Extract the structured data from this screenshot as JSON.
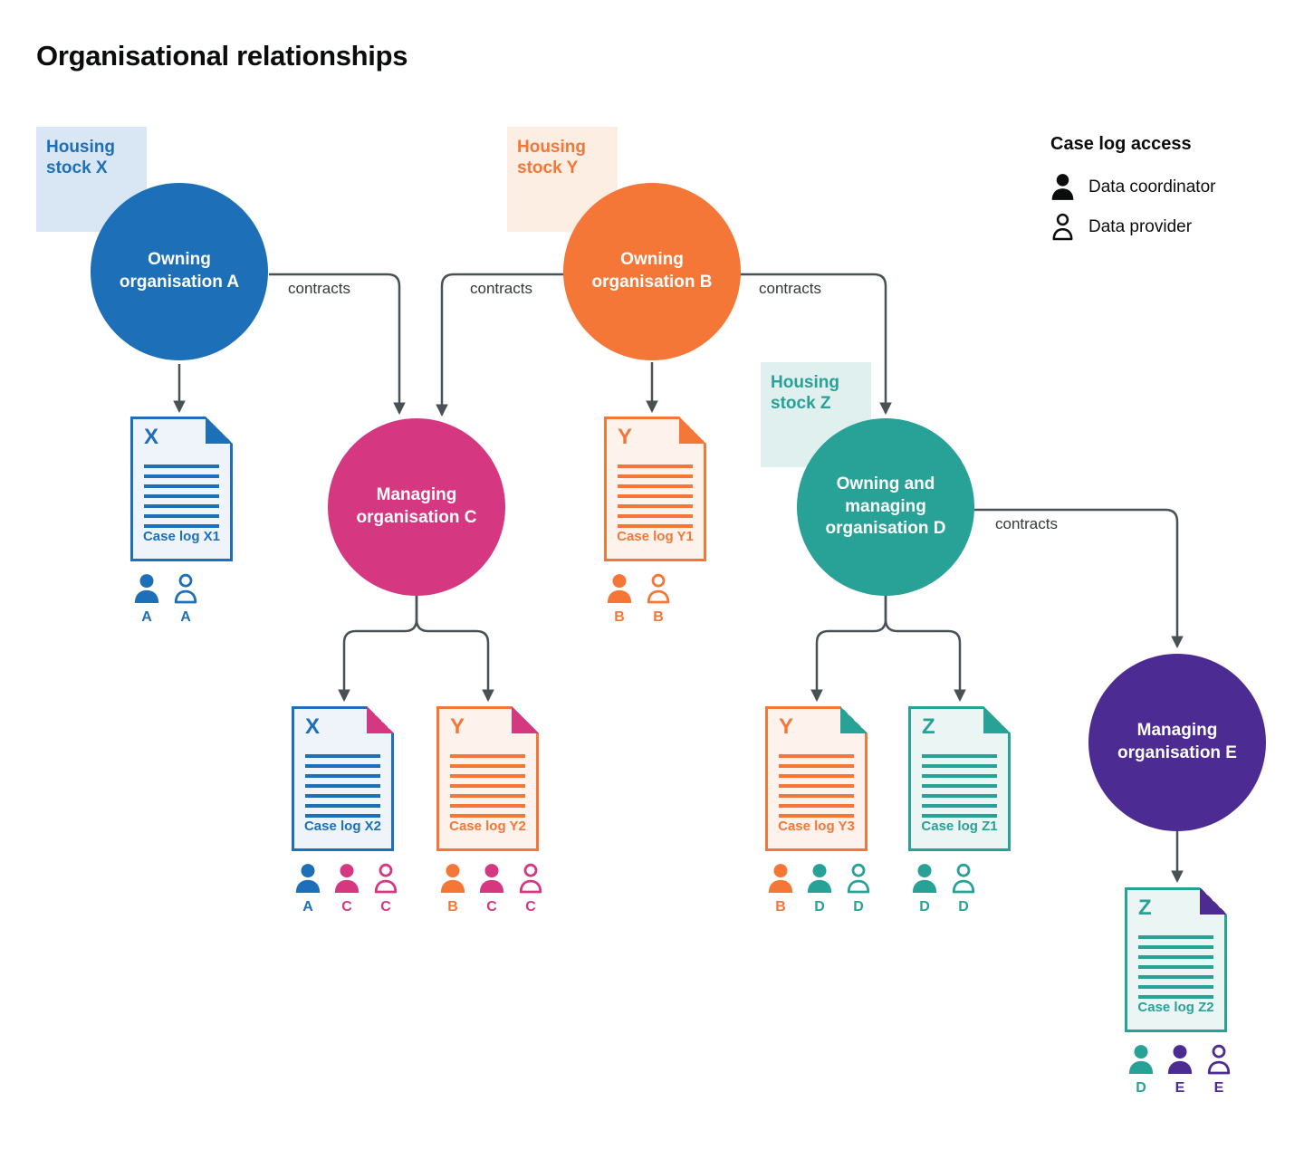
{
  "title": "Organisational relationships",
  "legend": {
    "title": "Case log access",
    "coordinator_label": "Data coordinator",
    "provider_label": "Data provider",
    "coordinator_icon": "person-filled-icon",
    "provider_icon": "person-outline-icon"
  },
  "housing_stocks": [
    {
      "label": "Housing stock X",
      "color": "#1d70b8",
      "bg": "#d9e7f4"
    },
    {
      "label": "Housing stock Y",
      "color": "#f47738",
      "bg": "#fdeee3"
    },
    {
      "label": "Housing stock Z",
      "color": "#28a197",
      "bg": "#dff0ee"
    }
  ],
  "organisations": [
    {
      "id": "A",
      "label": "Owning organisation A",
      "color": "#1d70b8"
    },
    {
      "id": "B",
      "label": "Owning organisation B",
      "color": "#f47738"
    },
    {
      "id": "C",
      "label": "Managing organisation C",
      "color": "#d53880"
    },
    {
      "id": "D",
      "label": "Owning and managing organisation D",
      "color": "#28a197"
    },
    {
      "id": "E",
      "label": "Managing organisation E",
      "color": "#4c2c92"
    }
  ],
  "connections": [
    {
      "from": "Owning organisation A",
      "to": "Case log X1",
      "label": ""
    },
    {
      "from": "Owning organisation A",
      "to": "Managing organisation C",
      "label": "contracts"
    },
    {
      "from": "Owning organisation B",
      "to": "Managing organisation C",
      "label": "contracts"
    },
    {
      "from": "Owning organisation B",
      "to": "Case log Y1",
      "label": ""
    },
    {
      "from": "Owning organisation B",
      "to": "Owning and managing organisation D",
      "label": "contracts"
    },
    {
      "from": "Managing organisation C",
      "to": "Case log X2",
      "label": ""
    },
    {
      "from": "Managing organisation C",
      "to": "Case log Y2",
      "label": ""
    },
    {
      "from": "Owning and managing organisation D",
      "to": "Case log Y3",
      "label": ""
    },
    {
      "from": "Owning and managing organisation D",
      "to": "Case log Z1",
      "label": ""
    },
    {
      "from": "Owning and managing organisation D",
      "to": "Managing organisation E",
      "label": "contracts"
    },
    {
      "from": "Managing organisation E",
      "to": "Case log Z2",
      "label": ""
    }
  ],
  "case_logs": [
    {
      "letter": "X",
      "label": "Case log X1",
      "color": "#1d70b8",
      "fold_color": "#1d70b8",
      "access": [
        {
          "role": "coordinator",
          "letter": "A",
          "color": "#1d70b8"
        },
        {
          "role": "provider",
          "letter": "A",
          "color": "#1d70b8"
        }
      ]
    },
    {
      "letter": "Y",
      "label": "Case log Y1",
      "color": "#f47738",
      "fold_color": "#f47738",
      "access": [
        {
          "role": "coordinator",
          "letter": "B",
          "color": "#f47738"
        },
        {
          "role": "provider",
          "letter": "B",
          "color": "#f47738"
        }
      ]
    },
    {
      "letter": "X",
      "label": "Case log X2",
      "color": "#1d70b8",
      "fold_color": "#d53880",
      "access": [
        {
          "role": "coordinator",
          "letter": "A",
          "color": "#1d70b8"
        },
        {
          "role": "coordinator",
          "letter": "C",
          "color": "#d53880"
        },
        {
          "role": "provider",
          "letter": "C",
          "color": "#d53880"
        }
      ]
    },
    {
      "letter": "Y",
      "label": "Case log Y2",
      "color": "#f47738",
      "fold_color": "#d53880",
      "access": [
        {
          "role": "coordinator",
          "letter": "B",
          "color": "#f47738"
        },
        {
          "role": "coordinator",
          "letter": "C",
          "color": "#d53880"
        },
        {
          "role": "provider",
          "letter": "C",
          "color": "#d53880"
        }
      ]
    },
    {
      "letter": "Y",
      "label": "Case log Y3",
      "color": "#f47738",
      "fold_color": "#28a197",
      "access": [
        {
          "role": "coordinator",
          "letter": "B",
          "color": "#f47738"
        },
        {
          "role": "coordinator",
          "letter": "D",
          "color": "#28a197"
        },
        {
          "role": "provider",
          "letter": "D",
          "color": "#28a197"
        }
      ]
    },
    {
      "letter": "Z",
      "label": "Case log Z1",
      "color": "#28a197",
      "fold_color": "#28a197",
      "access": [
        {
          "role": "coordinator",
          "letter": "D",
          "color": "#28a197"
        },
        {
          "role": "provider",
          "letter": "D",
          "color": "#28a197"
        }
      ]
    },
    {
      "letter": "Z",
      "label": "Case log Z2",
      "color": "#28a197",
      "fold_color": "#4c2c92",
      "access": [
        {
          "role": "coordinator",
          "letter": "D",
          "color": "#28a197"
        },
        {
          "role": "coordinator",
          "letter": "E",
          "color": "#4c2c92"
        },
        {
          "role": "provider",
          "letter": "E",
          "color": "#4c2c92"
        }
      ]
    }
  ]
}
